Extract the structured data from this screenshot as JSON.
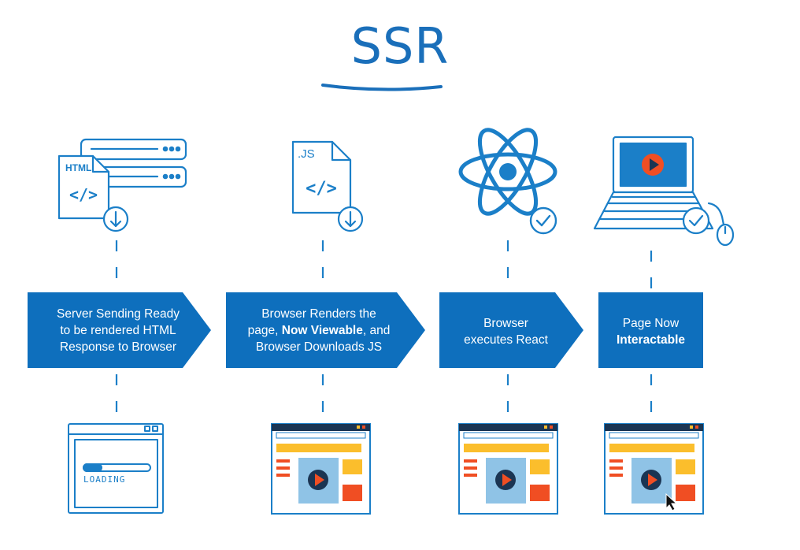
{
  "title": "SSR",
  "colors": {
    "primary": "#0e6fbd",
    "stroke": "#1b7fc8",
    "accent_orange": "#f04e23",
    "accent_yellow": "#fbbe2c",
    "screen_blue": "#8fc3e6"
  },
  "icons": {
    "html_file": {
      "label": "HTML",
      "code": "</>"
    },
    "js_file": {
      "label": ".JS",
      "code": "</>"
    },
    "loading_text": "LOADING"
  },
  "steps": [
    {
      "lines": [
        {
          "text": "Server Sending Ready"
        },
        {
          "text": "to be rendered HTML"
        },
        {
          "text": "Response to Browser"
        }
      ]
    },
    {
      "lines": [
        {
          "text": "Browser Renders the"
        },
        {
          "pre": "page, ",
          "bold": "Now Viewable",
          "post": ", and"
        },
        {
          "text": "Browser Downloads JS"
        }
      ]
    },
    {
      "lines": [
        {
          "text": "Browser"
        },
        {
          "text": "executes React"
        }
      ]
    },
    {
      "lines": [
        {
          "text": "Page Now"
        },
        {
          "bold": "Interactable"
        }
      ]
    }
  ]
}
